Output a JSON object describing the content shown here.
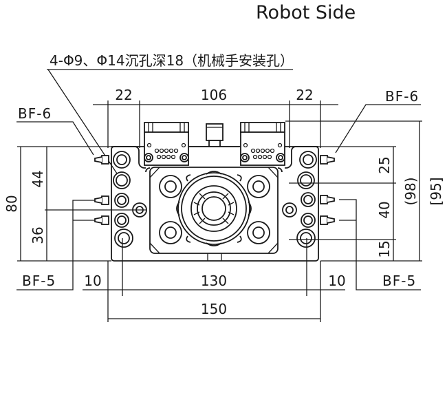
{
  "title": "Robot Side",
  "note": "4-Φ9、Φ14沉孔深18（机械手安装孔）",
  "labels": {
    "bf6_left": "BF-6",
    "bf6_right": "BF-6",
    "bf5_left": "BF-5",
    "bf5_right": "BF-5"
  },
  "dimensions": {
    "top_left": "22",
    "top_middle": "106",
    "top_right": "22",
    "left_overall": "80",
    "left_upper": "44",
    "left_lower": "36",
    "right_upper": "25",
    "right_middle": "40",
    "right_lower": "15",
    "right_ref1": "(98)",
    "right_ref2": "[95]",
    "bottom_left": "10",
    "bottom_middle": "130",
    "bottom_right": "10",
    "bottom_overall": "150"
  },
  "colors": {
    "line": "#1a1a1a",
    "background": "#ffffff"
  }
}
